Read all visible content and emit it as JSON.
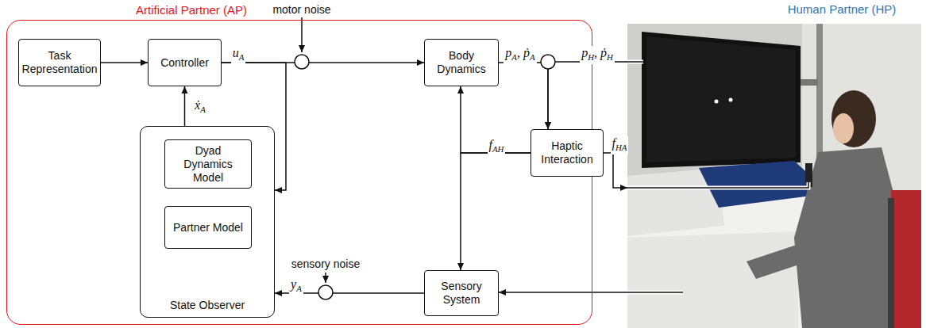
{
  "diagram": {
    "nodes": [
      {
        "text": [
          "Artificial Partner (AP)"
        ]
      },
      {
        "text": [
          "Task Representation"
        ],
        "in": 0
      },
      {
        "text": [
          "Controller"
        ],
        "in": 0
      },
      {
        "text": [
          "Body Dynamics"
        ],
        "in": 0
      },
      {
        "text": [
          "State Observer"
        ],
        "in": 0
      },
      {
        "text": [
          "Dyad Dynamics Model"
        ],
        "in": 4
      },
      {
        "text": [
          "Partner Model"
        ],
        "in": 4
      },
      {
        "text": [
          "Sensory System"
        ],
        "in": 0
      },
      {
        "text": [
          "Haptic Interaction"
        ]
      },
      {
        "text": [
          "Human Partner (HP)"
        ]
      }
    ],
    "edges": [
      {
        "from": 1,
        "to": 2,
        "arrow": "to"
      },
      {
        "from": 2,
        "to": 3,
        "label": "uA",
        "arrow": "to"
      },
      {
        "from": 2,
        "to": 4,
        "arrow": "to"
      },
      {
        "from": 4,
        "to": 2,
        "label": "ẋA",
        "arrow": "to"
      },
      {
        "from": 3,
        "to": 8,
        "label": "pA, ṗA",
        "arrow": "to"
      },
      {
        "from": 9,
        "to": 8,
        "label": "pH, ṗH",
        "arrow": "to"
      },
      {
        "from": 8,
        "to": 3,
        "label": "fAH",
        "arrow": "to"
      },
      {
        "from": 8,
        "to": 7,
        "arrow": "to"
      },
      {
        "from": 8,
        "to": 9,
        "label": "fHA",
        "arrow": "to"
      },
      {
        "from": 9,
        "to": 7,
        "arrow": "to"
      },
      {
        "from": 7,
        "to": 4,
        "label": "yA",
        "arrow": "to"
      }
    ],
    "labels": [
      "motor noise",
      "sensory noise"
    ]
  }
}
